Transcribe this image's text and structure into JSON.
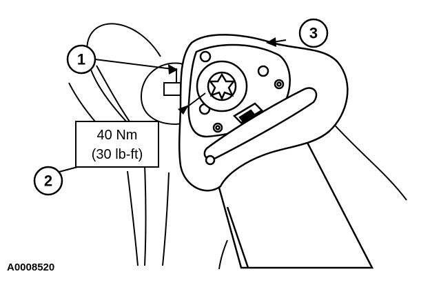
{
  "callouts": [
    {
      "id": "1",
      "label": "1"
    },
    {
      "id": "2",
      "label": "2"
    },
    {
      "id": "3",
      "label": "3"
    }
  ],
  "torque_spec": {
    "metric": "40 Nm",
    "imperial": "(30 lb-ft)"
  },
  "figure_code": "A0008520"
}
